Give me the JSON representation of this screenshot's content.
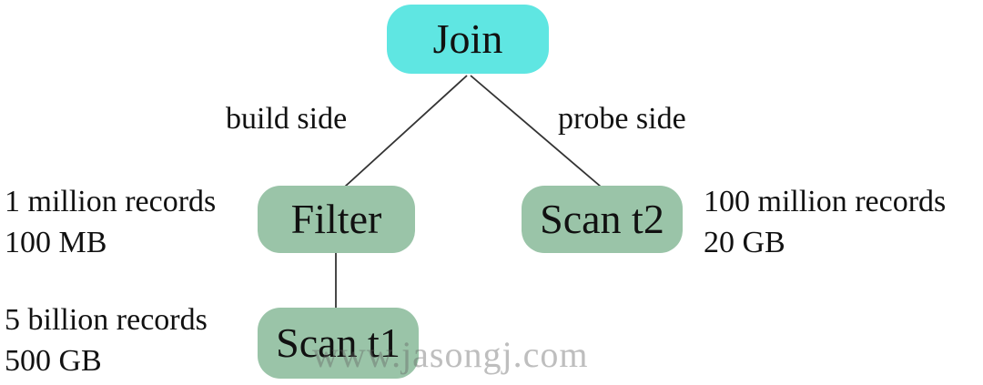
{
  "diagram": {
    "type": "query-plan-tree",
    "nodes": [
      {
        "id": "join",
        "label": "Join"
      },
      {
        "id": "filter",
        "label": "Filter"
      },
      {
        "id": "scan-t2",
        "label": "Scan t2"
      },
      {
        "id": "scan-t1",
        "label": "Scan t1"
      }
    ],
    "edges": [
      {
        "from": "join",
        "to": "filter",
        "label": "build side"
      },
      {
        "from": "join",
        "to": "scan-t2",
        "label": "probe side"
      },
      {
        "from": "filter",
        "to": "scan-t1",
        "label": ""
      }
    ],
    "annotations": {
      "filter": {
        "line1": "1 million records",
        "line2": "100 MB"
      },
      "scan_t2": {
        "line1": "100 million records",
        "line2": "20 GB"
      },
      "scan_t1": {
        "line1": "5 billion records",
        "line2": "500 GB"
      }
    },
    "watermark": "www.jasongj.com",
    "colors": {
      "join_fill": "#5fe6e2",
      "operator_fill": "#9ac4a8",
      "edge_line": "#333333",
      "text": "#111111",
      "watermark": "#bfbfbf"
    }
  }
}
